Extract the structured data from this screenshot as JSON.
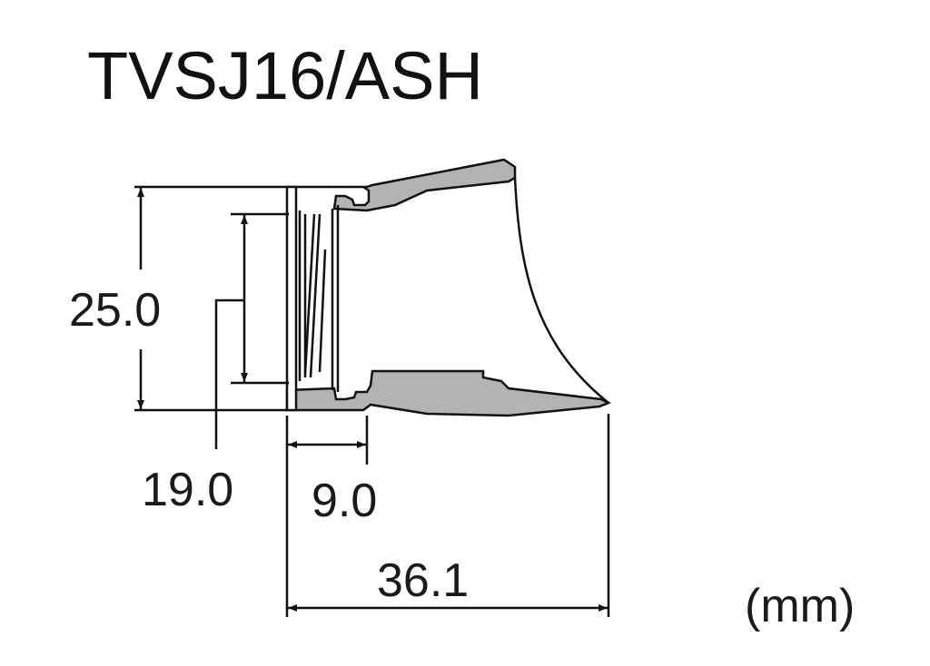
{
  "title": "TVSJ16/ASH",
  "units": "(mm)",
  "dimensions": {
    "outer_diameter": "25.0",
    "inner_diameter": "19.0",
    "base_length": "9.0",
    "total_length": "36.1"
  },
  "colors": {
    "fill": "#b3b3b3",
    "line": "#111111",
    "background": "#ffffff"
  }
}
